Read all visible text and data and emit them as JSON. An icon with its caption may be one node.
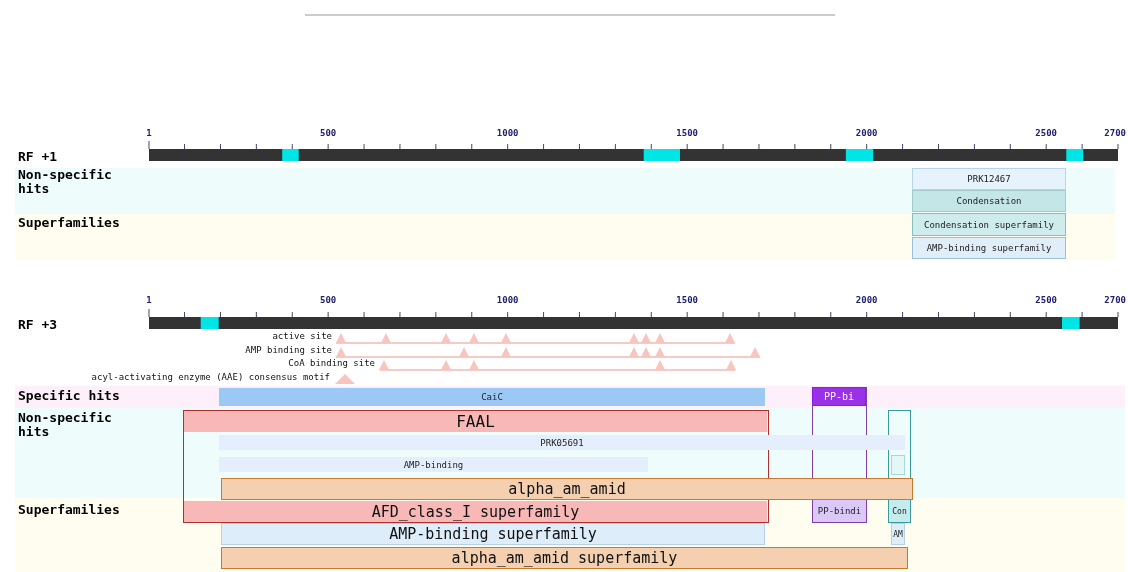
{
  "diagram": {
    "nodes": [
      {
        "text": [
          "PRK12467"
        ]
      },
      {
        "text": [
          "Condensation"
        ]
      },
      {
        "text": [
          "Condensation superfamily"
        ]
      },
      {
        "text": [
          "AMP-binding superfamily"
        ]
      },
      {
        "text": [
          "CaiC"
        ]
      },
      {
        "text": [
          "PP-bi"
        ]
      },
      {
        "text": [
          "FAAL"
        ]
      },
      {
        "text": [
          "PRK05691"
        ]
      },
      {
        "text": [
          "AMP-binding"
        ]
      },
      {
        "text": [],
        "shape": "bar"
      },
      {
        "text": [
          "alpha_am_amid"
        ]
      },
      {
        "text": [
          "AFD_class_I superfamily"
        ]
      },
      {
        "text": [
          "PP-bindi"
        ]
      },
      {
        "text": [
          "Con"
        ]
      },
      {
        "text": [
          "AMP-binding superfamily"
        ]
      },
      {
        "text": [
          "AM"
        ]
      },
      {
        "text": [
          "alpha_am_amid superfamily"
        ]
      }
    ],
    "edges": [],
    "labels": [
      "1",
      "500",
      "1000",
      "1500",
      "2000",
      "2500",
      "2700",
      "RF +1",
      "Non-specific hits",
      "Superfamilies",
      "1",
      "500",
      "1000",
      "1500",
      "2000",
      "2500",
      "2700",
      "RF +3",
      "active site",
      "AMP binding site",
      "CoA binding site",
      "acyl-activating enzyme (AAE) consensus motif",
      "Specific hits",
      "Non-specific hits",
      "Superfamilies"
    ]
  }
}
